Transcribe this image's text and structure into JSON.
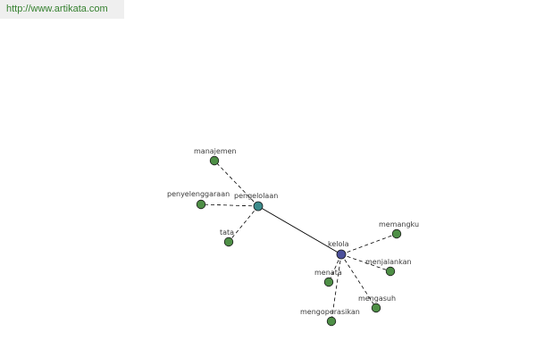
{
  "source": {
    "url": "http://www.artikata.com"
  },
  "graph": {
    "colors": {
      "root": "#4b4f9a",
      "hub": "#3c8c8c",
      "leaf": "#4e8f46",
      "stroke": "#1a1a1a",
      "edge": "#000000"
    },
    "nodes": [
      {
        "id": "kelola",
        "label": "kelola",
        "kind": "root"
      },
      {
        "id": "pengelolaan",
        "label": "pengelolaan",
        "kind": "hub"
      },
      {
        "id": "manajemen",
        "label": "manajemen",
        "kind": "leaf"
      },
      {
        "id": "penyelenggaraan",
        "label": "penyelenggaraan",
        "kind": "leaf"
      },
      {
        "id": "tata",
        "label": "tata",
        "kind": "leaf"
      },
      {
        "id": "memangku",
        "label": "memangku",
        "kind": "leaf"
      },
      {
        "id": "menjalankan",
        "label": "menjalankan",
        "kind": "leaf"
      },
      {
        "id": "mengasuh",
        "label": "mengasuh",
        "kind": "leaf"
      },
      {
        "id": "menata",
        "label": "menata",
        "kind": "leaf"
      },
      {
        "id": "mengoperasikan",
        "label": "mengoperasikan",
        "kind": "leaf"
      }
    ],
    "edges": [
      {
        "from": "kelola",
        "to": "pengelolaan",
        "style": "solid"
      },
      {
        "from": "pengelolaan",
        "to": "manajemen",
        "style": "dashed"
      },
      {
        "from": "pengelolaan",
        "to": "penyelenggaraan",
        "style": "dashed"
      },
      {
        "from": "pengelolaan",
        "to": "tata",
        "style": "dashed"
      },
      {
        "from": "kelola",
        "to": "memangku",
        "style": "dashed"
      },
      {
        "from": "kelola",
        "to": "menjalankan",
        "style": "dashed"
      },
      {
        "from": "kelola",
        "to": "mengasuh",
        "style": "dashed"
      },
      {
        "from": "kelola",
        "to": "menata",
        "style": "dashed"
      },
      {
        "from": "kelola",
        "to": "mengoperasikan",
        "style": "dashed"
      }
    ]
  }
}
